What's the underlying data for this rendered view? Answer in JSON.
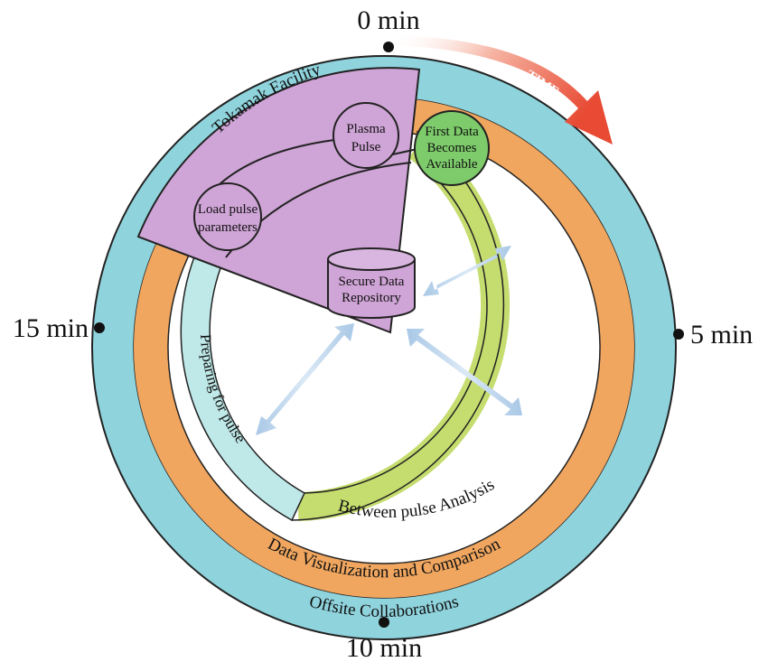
{
  "time_markers": {
    "top": "0 min",
    "right": "5 min",
    "bottom": "10 min",
    "left": "15 min"
  },
  "time_arrow": {
    "label": "TIME",
    "color": "#e8503a"
  },
  "wedge": {
    "label": "Tokamak Facility",
    "color": "#cfa4d6"
  },
  "rings": {
    "offsite": {
      "label": "Offsite Collaborations",
      "color": "#8fd3dd"
    },
    "visualization": {
      "label": "Data Visualization and Comparison",
      "color": "#f0a65f"
    },
    "analysis": {
      "label": "Between pulse Analysis",
      "color": "#c5dc6e"
    },
    "preparing": {
      "label": "Preparing for pulse",
      "color": "#bfe8e8"
    }
  },
  "nodes": {
    "load": {
      "line1": "Load pulse",
      "line2": "parameters"
    },
    "plasma": {
      "line1": "Plasma",
      "line2": "Pulse"
    },
    "first_data": {
      "line1": "First Data",
      "line2": "Becomes",
      "line3": "Available",
      "color": "#7dcb6a"
    }
  },
  "repository": {
    "line1": "Secure Data",
    "line2": "Repository"
  },
  "flow_arrow_color": "#b9d3ea"
}
